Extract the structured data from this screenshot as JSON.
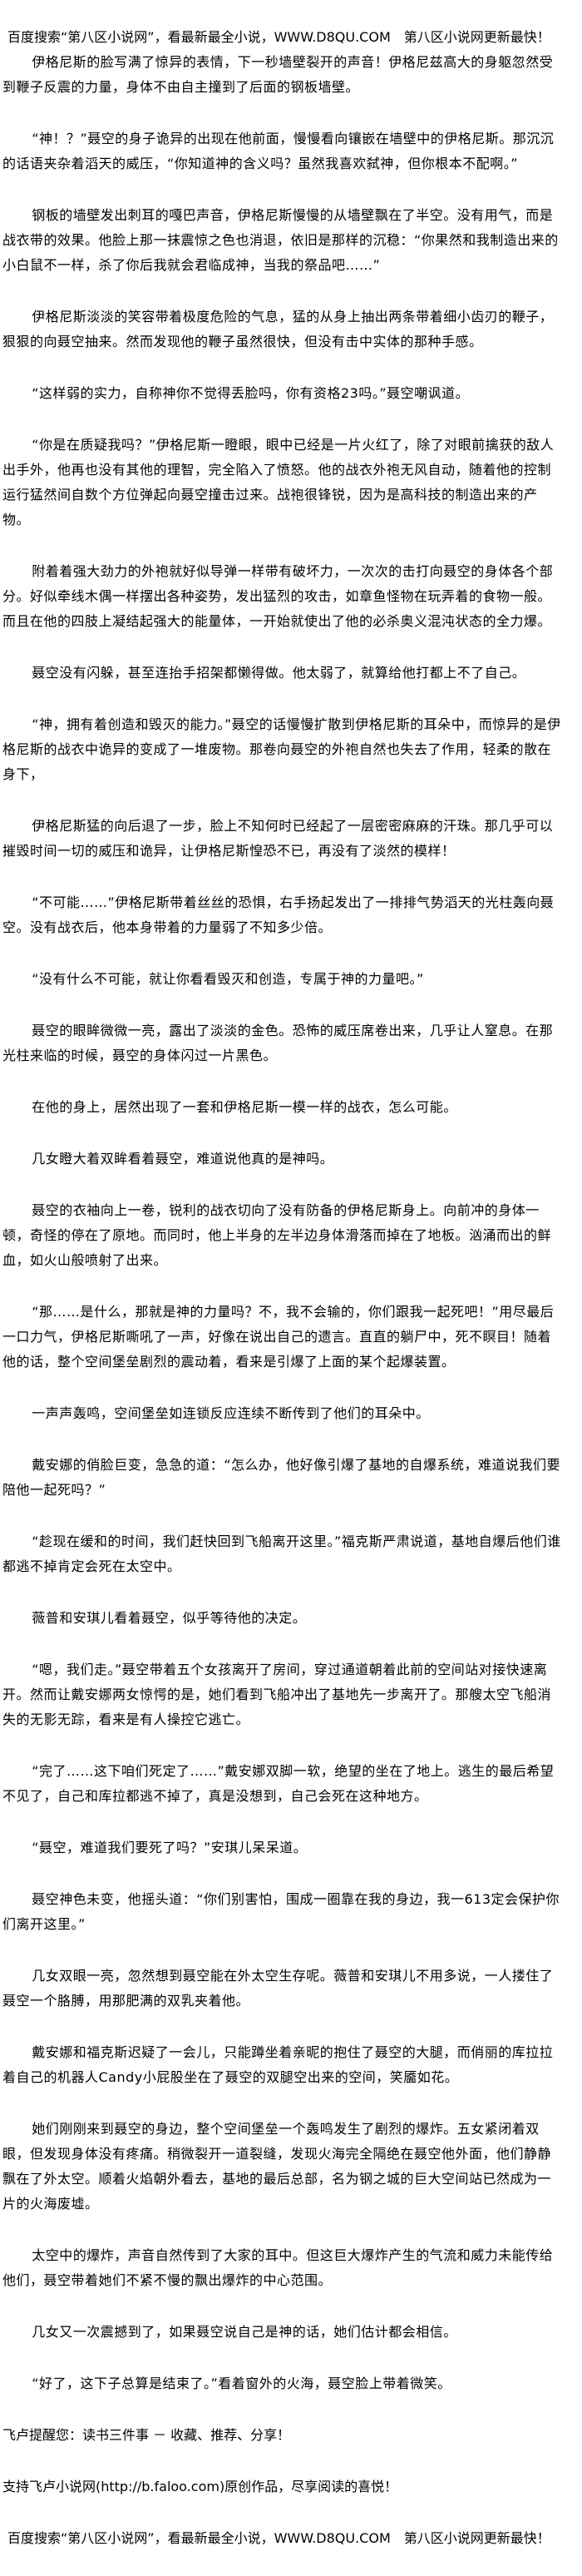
{
  "header_ad": "百度搜索“第八区小说网”，看最新最全小说，WWW.D8QU.COM　第八区小说网更新最快！",
  "paragraphs": [
    "伊格尼斯的脸写满了惊异的表情，下一秒墙壁裂开的声音！伊格尼兹高大的身躯忽然受到鞭子反震的力量，身体不由自主撞到了后面的钢板墙壁。",
    "“神！？”聂空的身子诡异的出现在他前面，慢慢看向镶嵌在墙壁中的伊格尼斯。那沉沉的话语夹杂着滔天的威压，“你知道神的含义吗？虽然我喜欢弑神，但你根本不配啊。”",
    "钢板的墙壁发出刺耳的嘎巴声音，伊格尼斯慢慢的从墙壁飘在了半空。没有用气，而是战衣带的效果。他脸上那一抹震惊之色也消退，依旧是那样的沉稳：“你果然和我制造出来的小白鼠不一样，杀了你后我就会君临成神，当我的祭品吧……”",
    "伊格尼斯淡淡的笑容带着极度危险的气息，猛的从身上抽出两条带着细小齿刃的鞭子，狠狠的向聂空抽来。然而发现他的鞭子虽然很快，但没有击中实体的那种手感。",
    "“这样弱的实力，自称神你不觉得丢脸吗，你有资格23吗。”聂空嘲讽道。",
    "“你是在质疑我吗？”伊格尼斯一瞪眼，眼中已经是一片火红了，除了对眼前擒获的敌人出手外，他再也没有其他的理智，完全陷入了愤怒。他的战衣外袍无风自动，随着他的控制运行猛然间自数个方位弹起向聂空撞击过来。战袍很锋锐，因为是高科技的制造出来的产物。",
    "附着着强大劲力的外袍就好似导弹一样带有破坏力，一次次的击打向聂空的身体各个部分。好似牵线木偶一样摆出各种姿势，发出猛烈的攻击，如章鱼怪物在玩弄着的食物一般。而且在他的四肢上凝结起强大的能量体，一开始就使出了他的必杀奥义混沌状态的全力爆。",
    "聂空没有闪躲，甚至连抬手招架都懒得做。他太弱了，就算给他打都上不了自己。",
    "“神，拥有着创造和毁灭的能力。”聂空的话慢慢扩散到伊格尼斯的耳朵中，而惊异的是伊格尼斯的战衣中诡异的变成了一堆废物。那卷向聂空的外袍自然也失去了作用，轻柔的散在身下，",
    "伊格尼斯猛的向后退了一步，脸上不知何时已经起了一层密密麻麻的汗珠。那几乎可以摧毁时间一切的威压和诡异，让伊格尼斯惶恐不已，再没有了淡然的模样！",
    "“不可能……”伊格尼斯带着丝丝的恐惧，右手扬起发出了一排排气势滔天的光柱轰向聂空。没有战衣后，他本身带着的力量弱了不知多少倍。",
    "“没有什么不可能，就让你看看毁灭和创造，专属于神的力量吧。”",
    "聂空的眼眸微微一亮，露出了淡淡的金色。恐怖的威压席卷出来，几乎让人窒息。在那光柱来临的时候，聂空的身体闪过一片黑色。",
    "在他的身上，居然出现了一套和伊格尼斯一模一样的战衣，怎么可能。",
    "几女瞪大着双眸看着聂空，难道说他真的是神吗。",
    "聂空的衣袖向上一卷，锐利的战衣切向了没有防备的伊格尼斯身上。向前冲的身体一顿，奇怪的停在了原地。而同时，他上半身的左半边身体滑落而掉在了地板。汹涌而出的鲜血，如火山般喷射了出来。",
    "“那……是什么，那就是神的力量吗？不，我不会输的，你们跟我一起死吧！”用尽最后一口力气，伊格尼斯嘶吼了一声，好像在说出自己的遗言。直直的躺尸中，死不瞑目！随着他的话，整个空间堡垒剧烈的震动着，看来是引爆了上面的某个起爆装置。",
    "一声声轰鸣，空间堡垒如连锁反应连续不断传到了他们的耳朵中。",
    "戴安娜的俏脸巨变，急急的道：“怎么办，他好像引爆了基地的自爆系统，难道说我们要陪他一起死吗？”",
    "“趁现在缓和的时间，我们赶快回到飞船离开这里。”福克斯严肃说道，基地自爆后他们谁都逃不掉肯定会死在太空中。",
    "薇普和安琪儿看着聂空，似乎等待他的决定。",
    "“嗯，我们走。”聂空带着五个女孩离开了房间，穿过通道朝着此前的空间站对接快速离开。然而让戴安娜两女惊愕的是，她们看到飞船冲出了基地先一步离开了。那艘太空飞船消失的无影无踪，看来是有人操控它逃亡。",
    "“完了……这下咱们死定了……”戴安娜双脚一软，绝望的坐在了地上。逃生的最后希望不见了，自己和库拉都逃不掉了，真是没想到，自己会死在这种地方。",
    "“聂空，难道我们要死了吗？”安琪儿呆呆道。",
    "聂空神色未变，他摇头道：“你们别害怕，围成一圈靠在我的身边，我一613定会保护你们离开这里。”",
    "几女双眼一亮，忽然想到聂空能在外太空生存呢。薇普和安琪儿不用多说，一人搂住了聂空一个胳膊，用那肥满的双乳夹着他。",
    "戴安娜和福克斯迟疑了一会儿，只能蹲坐着亲昵的抱住了聂空的大腿，而俏丽的库拉拉着自己的机器人Candy小屁股坐在了聂空的双腿空出来的空间，笑靥如花。",
    "她们刚刚来到聂空的身边，整个空间堡垒一个轰鸣发生了剧烈的爆炸。五女紧闭着双眼，但发现身体没有疼痛。稍微裂开一道裂缝，发现火海完全隔绝在聂空他外面，他们静静飘在了外太空。顺着火焰朝外看去，基地的最后总部，名为钢之城的巨大空间站已然成为一片的火海废墟。",
    "太空中的爆炸，声音自然传到了大家的耳中。但这巨大爆炸产生的气流和威力未能传给他们，聂空带着她们不紧不慢的飘出爆炸的中心范围。",
    "几女又一次震撼到了，如果聂空说自己是神的话，她们估计都会相信。",
    "“好了，这下子总算是结束了。”看着窗外的火海，聂空脸上带着微笑。"
  ],
  "reminder": "飞卢提醒您：读书三件事 － 收藏、推荐、分享！",
  "support": "支持飞卢小说网(http://b.faloo.com)原创作品，尽享阅读的喜悦！",
  "footer_ad": "百度搜索“第八区小说网”，看最新最全小说，WWW.D8QU.COM　第八区小说网更新最快！"
}
